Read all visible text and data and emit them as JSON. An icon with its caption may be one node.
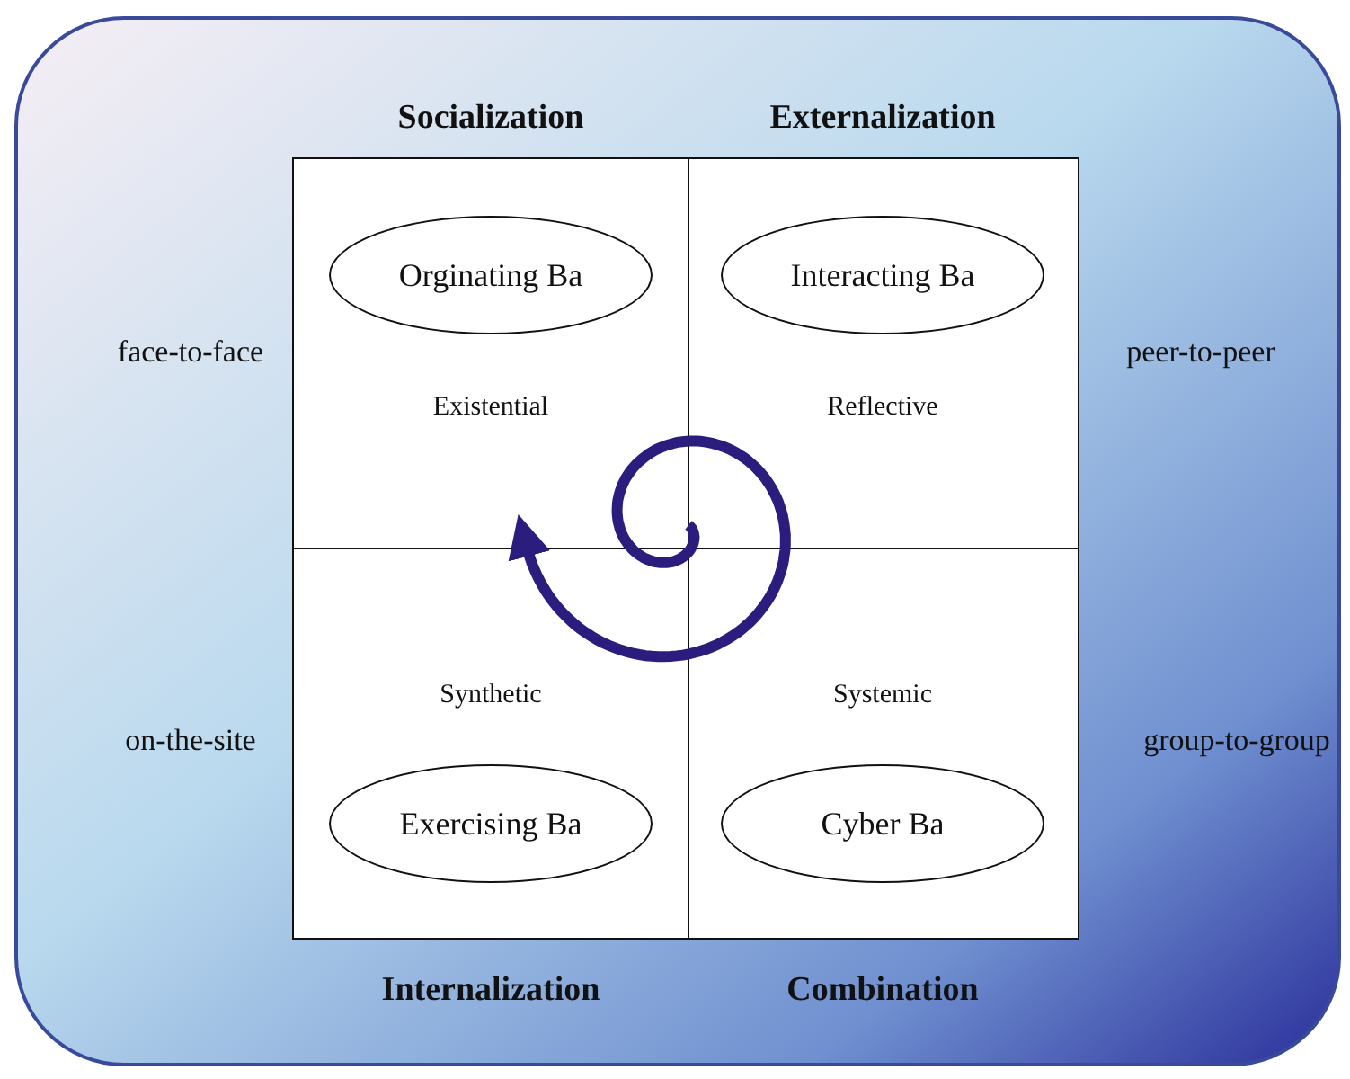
{
  "diagram": {
    "nodes": [
      {
        "text": [
          "Orginating Ba"
        ]
      },
      {
        "text": [
          "Interacting Ba"
        ]
      },
      {
        "text": [
          "Exercising Ba"
        ]
      },
      {
        "text": [
          "Cyber Ba"
        ]
      }
    ],
    "labels": [
      "Socialization",
      "Externalization",
      "face-to-face",
      "peer-to-peer",
      "Existential",
      "Reflective",
      "Synthetic",
      "Systemic",
      "on-the-site",
      "group-to-group",
      "Internalization",
      "Combination"
    ]
  }
}
